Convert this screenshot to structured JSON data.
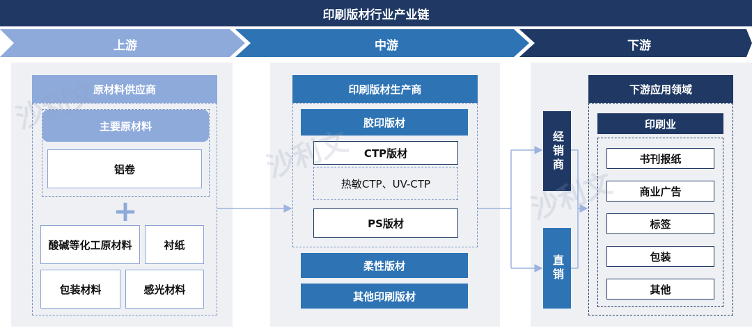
{
  "title": "印刷版材行业产业链",
  "stages": {
    "upstream": "上游",
    "midstream": "中游",
    "downstream": "下游"
  },
  "upstream": {
    "header": "原材料供应商",
    "main_materials": "主要原材料",
    "aluminum": "铝卷",
    "plus": "+",
    "items": [
      "酸碱等化工原材料",
      "衬纸",
      "包装材料",
      "感光材料"
    ]
  },
  "midstream": {
    "header": "印刷版材生产商",
    "offset": "胶印版材",
    "ctp": "CTP版材",
    "ctp_types": "热敏CTP、UV-CTP",
    "ps": "PS版材",
    "flexo": "柔性版材",
    "other": "其他印刷版材"
  },
  "channels": {
    "distributor": "经销商",
    "direct": "直销"
  },
  "downstream": {
    "header": "下游应用领域",
    "industry": "印刷业",
    "items": [
      "书刊报纸",
      "商业广告",
      "标签",
      "包装",
      "其他"
    ]
  },
  "watermark": "沙利文",
  "colors": {
    "dark": "#1f3864",
    "mid": "#2e74b5",
    "light": "#8eaadb",
    "panel": "#eef0f4"
  }
}
